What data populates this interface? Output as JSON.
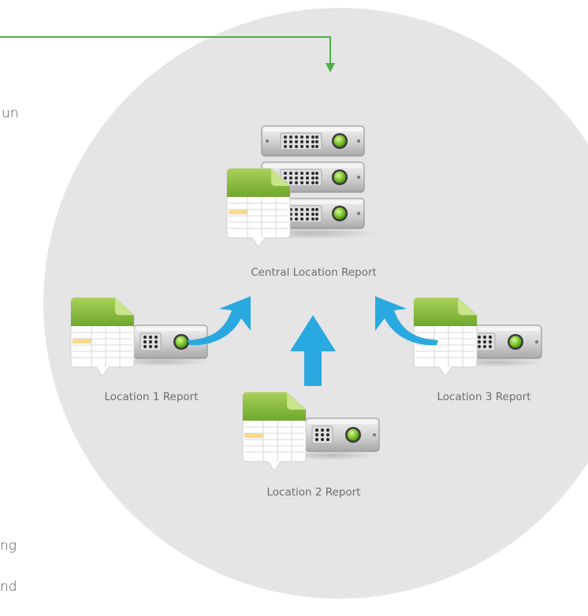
{
  "left_text_fragments": [
    "un",
    "ng",
    "nd"
  ],
  "captions": {
    "central": "Central Location Report",
    "location1": "Location 1 Report",
    "location2": "Location 2 Report",
    "location3": "Location 3 Report"
  },
  "colors": {
    "circle_bg": "#e5e5e6",
    "connector_green": "#4fae45",
    "flow_arrow_blue": "#2aa9e0",
    "doc_green": "#8cc03f",
    "led_green": "#7cc22c"
  }
}
